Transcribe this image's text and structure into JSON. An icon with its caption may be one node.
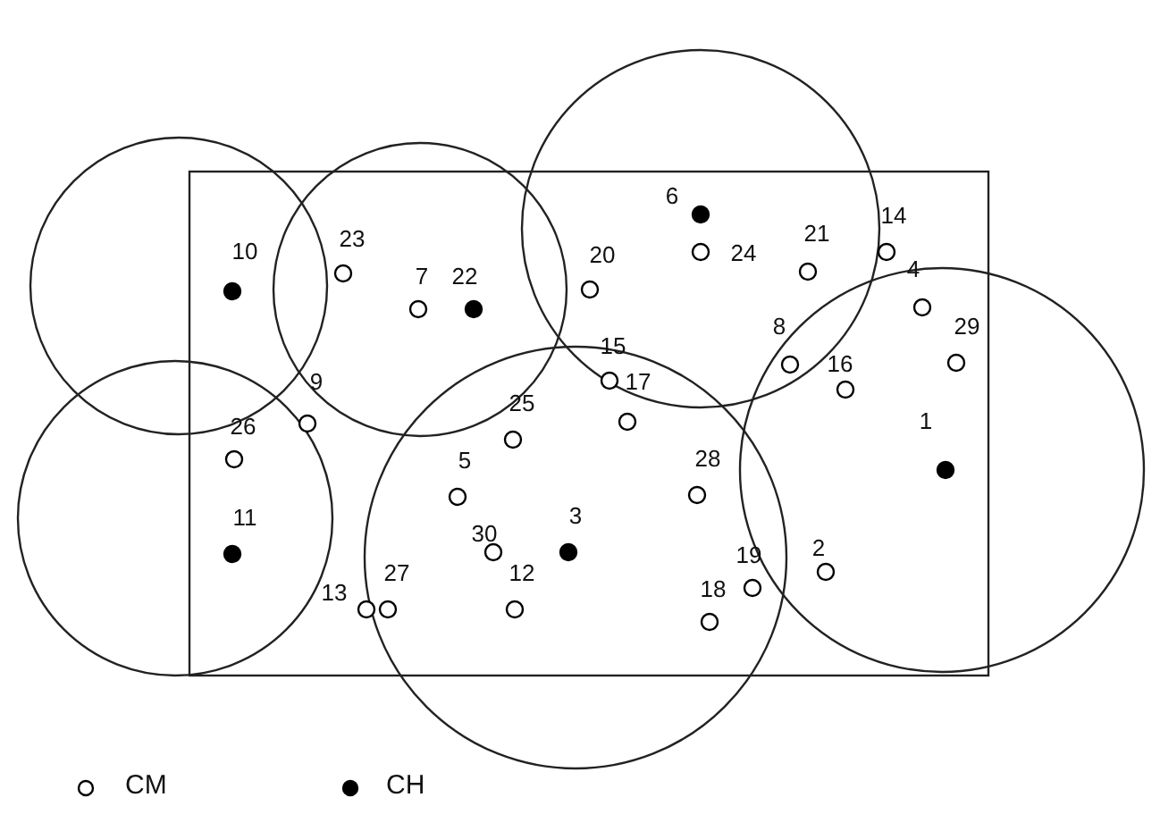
{
  "diagram": {
    "labels": [
      "6",
      "14",
      "10",
      "23",
      "20",
      "24",
      "21",
      "7",
      "22",
      "4",
      "29",
      "15",
      "8",
      "16",
      "17",
      "9",
      "26",
      "25",
      "1",
      "28",
      "5",
      "11",
      "30",
      "3",
      "19",
      "2",
      "13",
      "27",
      "12",
      "18"
    ],
    "legend": [
      {
        "text": "CM"
      },
      {
        "text": "CH"
      }
    ]
  }
}
